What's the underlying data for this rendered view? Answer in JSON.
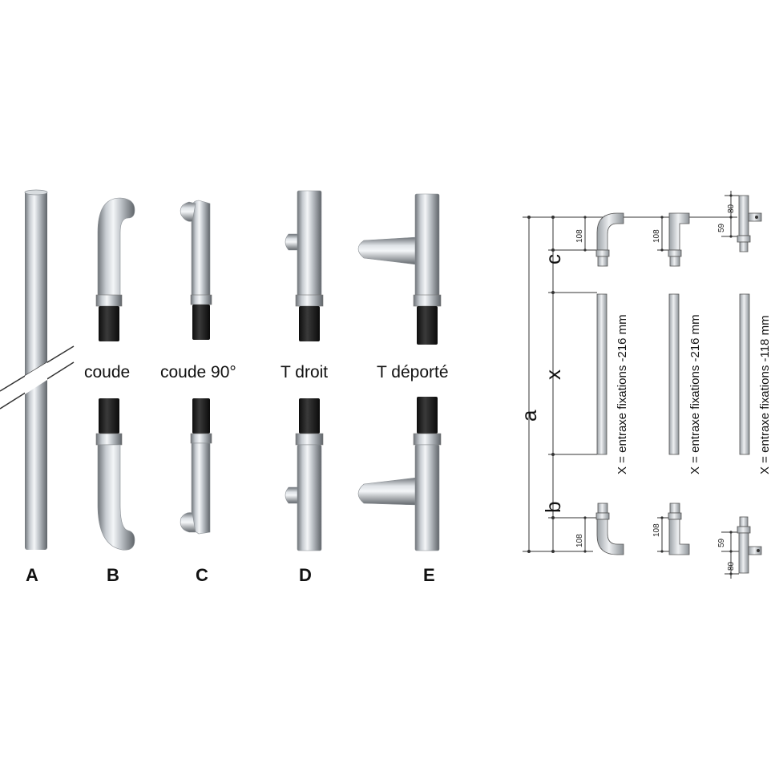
{
  "palette": {
    "steel_dark": "#6e7378",
    "steel_mid": "#b9bec3",
    "steel_light": "#f2f4f6",
    "rubber": "#1c1c1c",
    "line": "#333333"
  },
  "handles": [
    {
      "letter": "A",
      "label": ""
    },
    {
      "letter": "B",
      "label": "coude"
    },
    {
      "letter": "C",
      "label": "coude 90°"
    },
    {
      "letter": "D",
      "label": "T droit"
    },
    {
      "letter": "E",
      "label": "T déporté"
    }
  ],
  "dimensions": {
    "a": "a",
    "b": "b",
    "c": "c",
    "x": "x",
    "d108": "108",
    "d59": "59",
    "d80": "80"
  },
  "formulas": [
    "X = entraxe fixations -216 mm",
    "X = entraxe fixations -216 mm",
    "X = entraxe fixations -118 mm"
  ]
}
